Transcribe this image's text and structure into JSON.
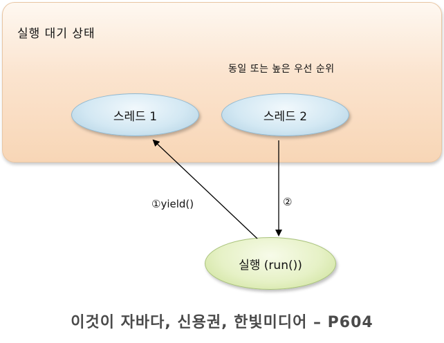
{
  "panel": {
    "title": "실행 대기 상태",
    "priority_note": "동일 또는 높은 우선 순위"
  },
  "nodes": {
    "thread1": "스레드 1",
    "thread2": "스레드 2",
    "running": "실행 (run())"
  },
  "edges": {
    "yield_label": "①yield()",
    "run_label": "②"
  },
  "caption": "이것이 자바다, 신용권, 한빛미디어 – P604",
  "colors": {
    "panel_fill": "#fbe4cf",
    "thread_fill": "#d3e8f3",
    "running_fill": "#e6f1c6"
  }
}
